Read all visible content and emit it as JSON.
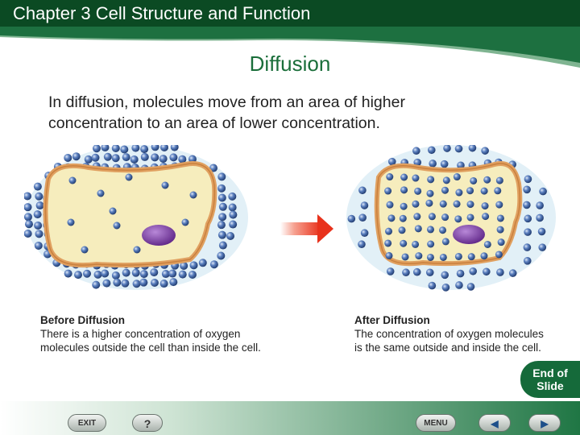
{
  "header": {
    "title": "Chapter 3  Cell Structure and Function"
  },
  "slide": {
    "title": "Diffusion",
    "body": "In diffusion, molecules move from an area of higher concentration to an area of lower concentration."
  },
  "figure": {
    "before": {
      "title": "Before Diffusion",
      "line1": "There is a higher concentration of oxygen",
      "line2": "molecules outside the cell than inside the cell."
    },
    "after": {
      "title": "After Diffusion",
      "line1": "The concentration of oxygen molecules",
      "line2": "is the same outside and inside the cell."
    }
  },
  "end_button": {
    "line1": "End of",
    "line2": "Slide"
  },
  "nav": {
    "exit": "EXIT",
    "help": "?",
    "menu": "MENU",
    "prev": "◀",
    "next": "▶"
  },
  "colors": {
    "header": "#0b4a23",
    "title": "#1a6e3a",
    "molecule": "#3f67a8",
    "cell_border": "#e0a060",
    "cell_fill": "#f6edbd",
    "nucleus": "#7a3aa8",
    "arrow": "#ee3322"
  }
}
